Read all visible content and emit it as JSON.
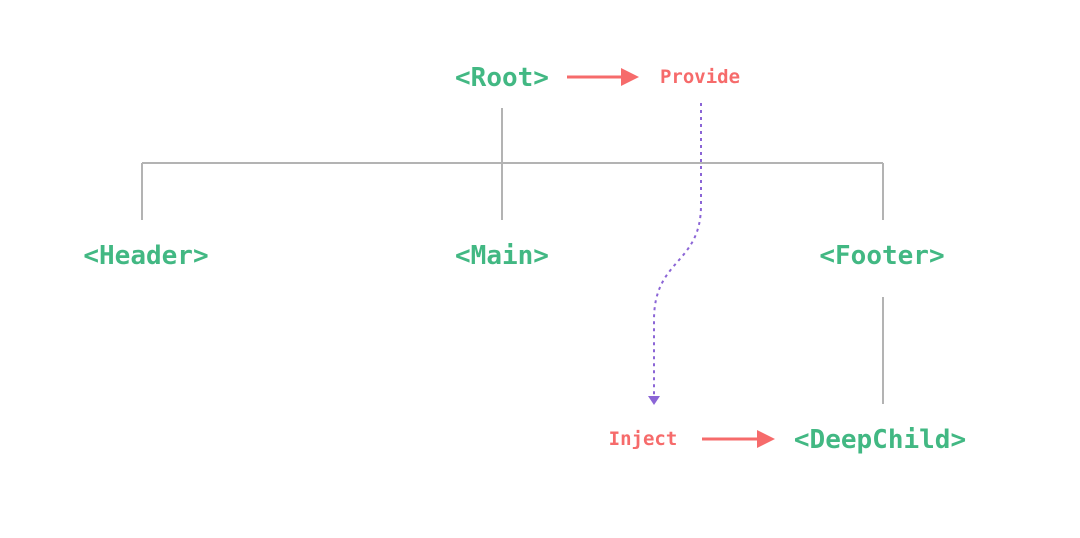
{
  "colors": {
    "component": "#42b883",
    "action": "#f66b6b",
    "tree_line": "#b3b3b3",
    "inject_path": "#8b65d6"
  },
  "nodes": {
    "root": "<Root>",
    "header": "<Header>",
    "main": "<Main>",
    "footer": "<Footer>",
    "deep_child": "<DeepChild>"
  },
  "actions": {
    "provide": "Provide",
    "inject": "Inject"
  },
  "icons": {
    "provide_arrow": "arrow-right-icon",
    "inject_arrow": "arrow-right-icon"
  }
}
